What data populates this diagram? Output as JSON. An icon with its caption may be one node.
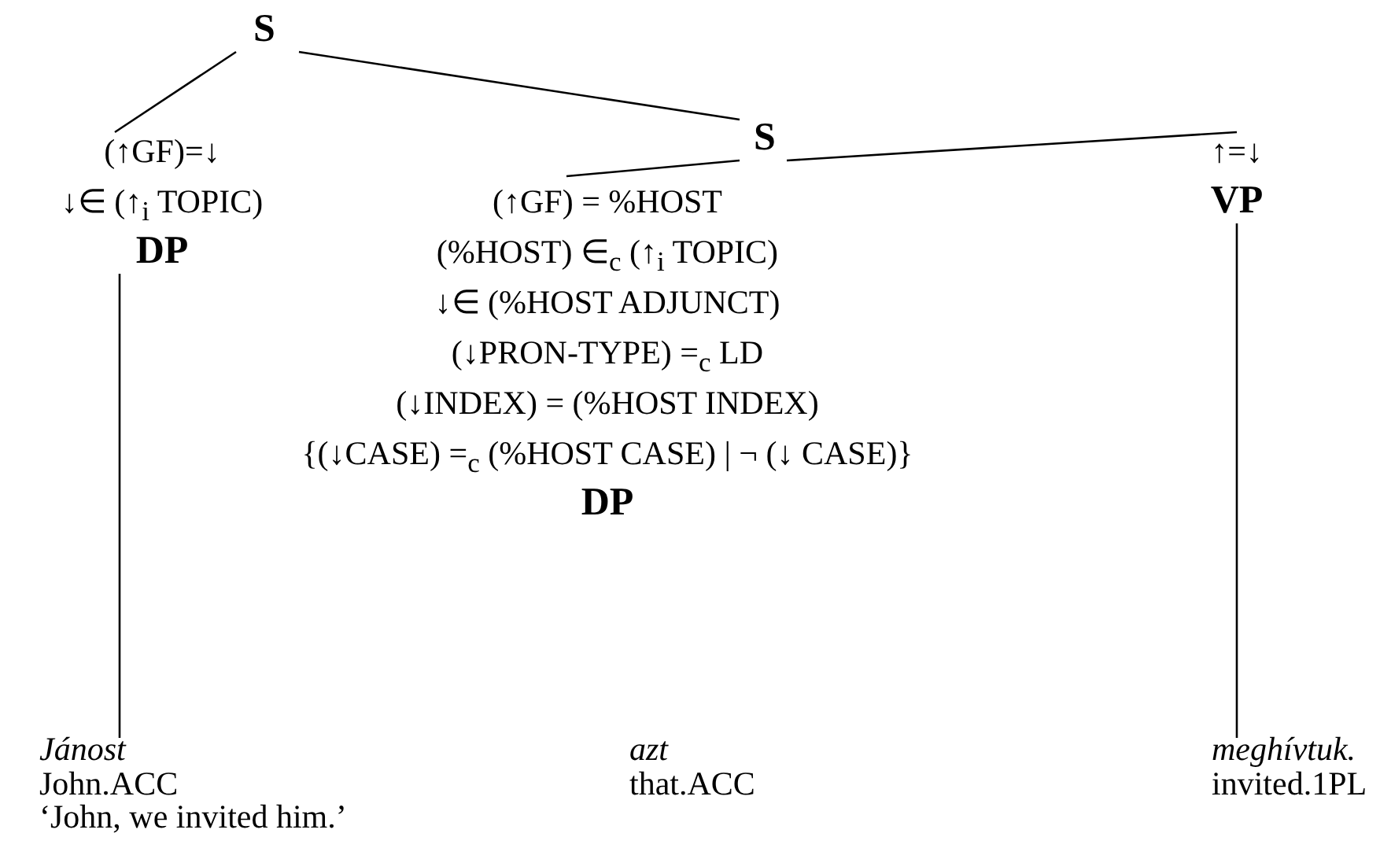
{
  "diagram": {
    "nodes": [
      {
        "text": [
          "S"
        ]
      },
      {
        "text": [
          "S"
        ]
      },
      {
        "text": [
          "(↑GF)=↓",
          "↓∈ (↑$_{i}$ TOPIC)",
          "DP"
        ]
      },
      {
        "text": [
          "(↑GF) = %HOST",
          "(%HOST) ∈$_{c}$ (↑$_{i}$ TOPIC)",
          "↓∈ (%HOST ADJUNCT)",
          "(↓PRON-TYPE) =$_{c}$ LD",
          "(↓INDEX) = (%HOST INDEX)",
          "{(↓CASE) =$_{c}$ (%HOST CASE) | ¬ (↓ CASE)}",
          "DP"
        ]
      },
      {
        "text": [
          "↑=↓",
          "VP"
        ]
      },
      {
        "text": [
          "Jánost",
          "John.ACC"
        ]
      },
      {
        "text": [
          "azt",
          "that.ACC"
        ]
      },
      {
        "text": [
          "meghívtuk.",
          "invited.1PL"
        ]
      }
    ],
    "edges": [
      {
        "from": 0,
        "to": 2,
        "arrow": "none"
      },
      {
        "from": 0,
        "to": 1,
        "arrow": "none"
      },
      {
        "from": 1,
        "to": 3,
        "arrow": "none"
      },
      {
        "from": 1,
        "to": 4,
        "arrow": "none"
      },
      {
        "from": 2,
        "to": 5,
        "arrow": "none"
      },
      {
        "from": 4,
        "to": 7,
        "arrow": "none"
      }
    ],
    "labels": [
      "‘John, we invited him.’"
    ]
  }
}
